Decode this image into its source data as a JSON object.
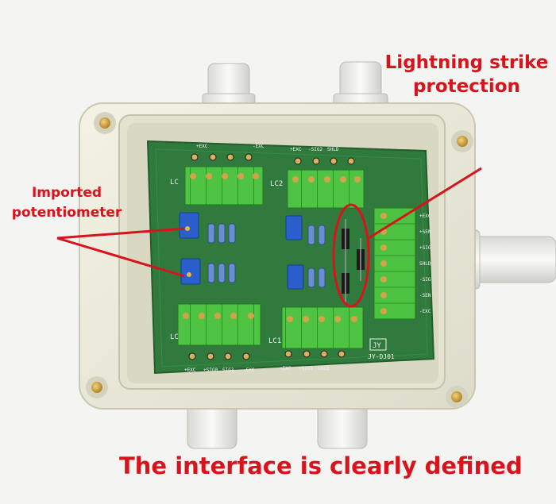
{
  "captions": {
    "lightning_line1": "Lightning strike",
    "lightning_line2": "protection",
    "pot_line1": "Imported",
    "pot_line2": "potentiometer",
    "interface": "The interface is clearly defined"
  },
  "board": {
    "model": "JY-DJ01",
    "logo": "JY",
    "lc_labels": [
      "LC",
      "LC2",
      "LC",
      "LC1"
    ],
    "top_left_pins": [
      "+EXC",
      "-EXC"
    ],
    "top_right_pins": [
      "+EXC",
      "-SIG2",
      "SHLD"
    ],
    "bottom_left_pins": [
      "+EXC",
      "+SIG0",
      "SIG3",
      "-EXC"
    ],
    "bottom_right_pins": [
      "+EXC",
      "+SIG1",
      "SHLD"
    ],
    "right_pins": [
      "+EXC",
      "+SEN",
      "+SIG",
      "SHLD",
      "-SIG",
      "-SEN",
      "-EXC"
    ]
  },
  "colors": {
    "enclosure": "#ecebd9",
    "pcb": "#2f7a3c",
    "terminal": "#4cc241",
    "potentiometer": "#2a5fcb",
    "annotation": "#d8131b"
  }
}
